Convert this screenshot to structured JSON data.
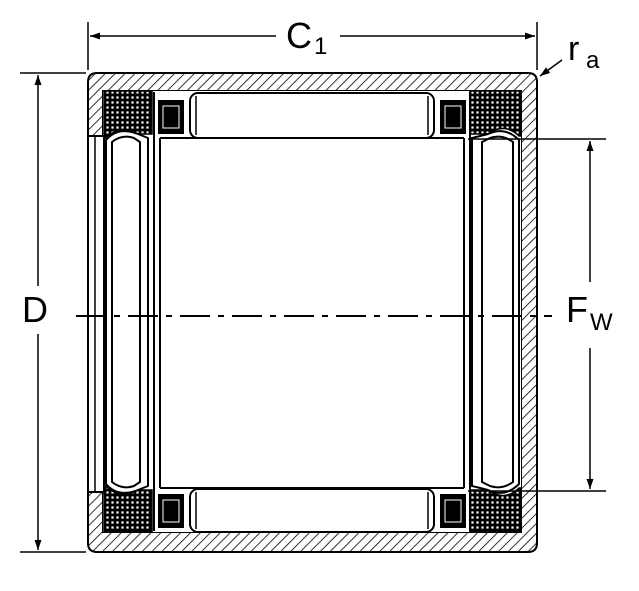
{
  "labels": {
    "c1_main": "C",
    "c1_sub": "1",
    "ra_main": "r",
    "ra_sub": "a",
    "d": "D",
    "fw_main": "F",
    "fw_sub": "W"
  },
  "colors": {
    "line": "#000000",
    "background": "#ffffff"
  }
}
